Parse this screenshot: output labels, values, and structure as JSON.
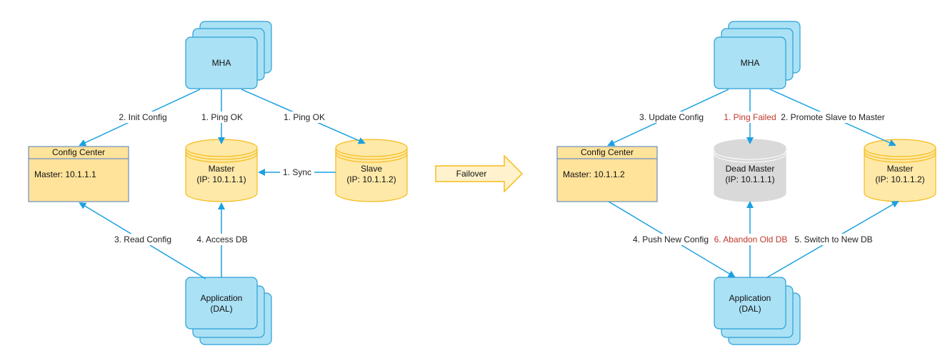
{
  "left": {
    "mha": "MHA",
    "config_center": {
      "title": "Config Center",
      "value": "Master: 10.1.1.1"
    },
    "master": {
      "line1": "Master",
      "line2": "(IP: 10.1.1.1)"
    },
    "slave": {
      "line1": "Slave",
      "line2": "(IP: 10.1.1.2)"
    },
    "application": {
      "line1": "Application",
      "line2": "(DAL)"
    },
    "edges": {
      "init_config": "2. Init Config",
      "ping_master": "1. Ping OK",
      "ping_slave": "1. Ping OK",
      "sync": "1. Sync",
      "read_config": "3. Read Config",
      "access_db": "4. Access DB"
    }
  },
  "failover": "Failover",
  "right": {
    "mha": "MHA",
    "config_center": {
      "title": "Config Center",
      "value": "Master: 10.1.1.2"
    },
    "dead_master": {
      "line1": "Dead Master",
      "line2": "(IP: 10.1.1.1)"
    },
    "master": {
      "line1": "Master",
      "line2": "(IP: 10.1.1.2)"
    },
    "application": {
      "line1": "Application",
      "line2": "(DAL)"
    },
    "edges": {
      "update_config": "3. Update Config",
      "ping_failed": "1. Ping Failed",
      "promote": "2. Promote Slave to Master",
      "push_config": "4. Push New Config",
      "abandon": "6. Abandon Old DB",
      "switch_db": "5. Switch to New DB"
    }
  },
  "colors": {
    "blue_fill": "#abe1f5",
    "blue_stroke": "#2a9fd6",
    "arrow": "#1ba1e2",
    "yellow_fill": "#ffe9a8",
    "yellow_stroke": "#f5bc1c",
    "config_fill": "#ffe39b",
    "config_stroke": "#6c8ebf",
    "gray_fill": "#d9d9d9",
    "red_text": "#c0392b"
  }
}
